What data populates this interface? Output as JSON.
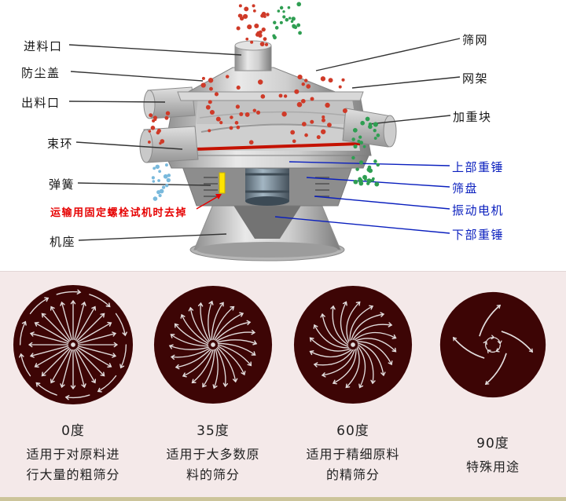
{
  "diagram": {
    "left_labels": [
      {
        "id": "feed-inlet",
        "text": "进料口"
      },
      {
        "id": "dust-cover",
        "text": "防尘盖"
      },
      {
        "id": "discharge-outlet",
        "text": "出料口"
      },
      {
        "id": "clamp-ring",
        "text": "束环"
      },
      {
        "id": "spring",
        "text": "弹簧"
      },
      {
        "id": "machine-base",
        "text": "机座"
      }
    ],
    "warning_note": {
      "text": "运输用固定螺栓试机时去掉",
      "color": "#e60000"
    },
    "right_labels": [
      {
        "id": "screen-mesh",
        "text": "筛网",
        "color": "#161616"
      },
      {
        "id": "mesh-frame",
        "text": "网架",
        "color": "#161616"
      },
      {
        "id": "weight-block",
        "text": "加重块",
        "color": "#161616"
      },
      {
        "id": "upper-weight",
        "text": "上部重锤",
        "color": "#0a1fbe"
      },
      {
        "id": "sieve-plate",
        "text": "筛盘",
        "color": "#0a1fbe"
      },
      {
        "id": "vibration-motor",
        "text": "振动电机",
        "color": "#0a1fbe"
      },
      {
        "id": "lower-weight",
        "text": "下部重锤",
        "color": "#0a1fbe"
      }
    ]
  },
  "patterns": [
    {
      "angle": "0度",
      "desc": "适用于对原料进行大量的粗筛分"
    },
    {
      "angle": "35度",
      "desc": "适用于大多数原料的筛分"
    },
    {
      "angle": "60度",
      "desc": "适用于精细原料的精筛分"
    },
    {
      "angle": "90度",
      "desc": "特殊用途"
    }
  ],
  "colors": {
    "accent_red": "#e60000",
    "label_blue": "#0a1fbe",
    "circle_bg": "#3d0505",
    "arrow_stroke": "#e3dede",
    "panel_bg": "#f4e9e9",
    "particle_red": "#cf3a28",
    "particle_green": "#2f9e52",
    "particle_blue": "#79b9dc"
  }
}
